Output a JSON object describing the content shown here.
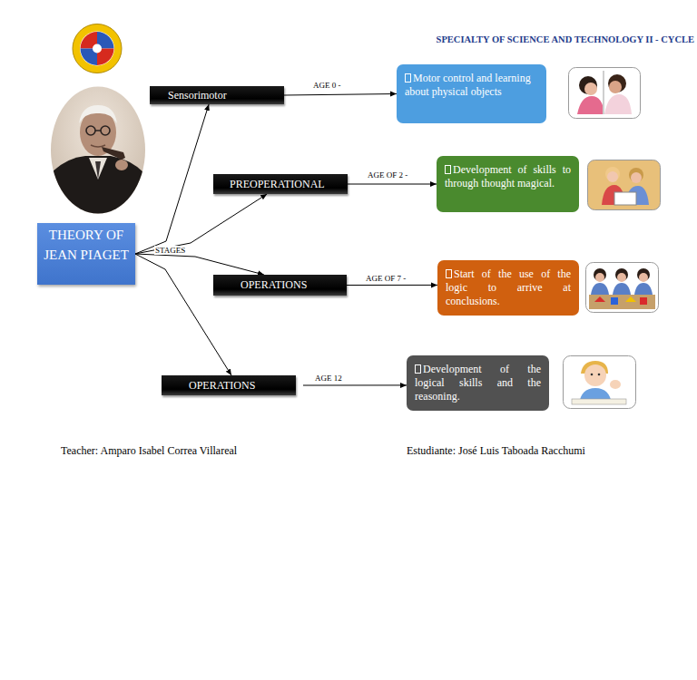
{
  "diagram": {
    "nodes": [
      {
        "text": [
          "THEORY OF JEAN PIAGET"
        ]
      },
      {
        "text": [
          "Sensorimotor"
        ]
      },
      {
        "text": [
          "PREOPERATIONAL"
        ]
      },
      {
        "text": [
          "OPERATIONS"
        ]
      },
      {
        "text": [
          "OPERATIONS"
        ]
      },
      {
        "text": [
          "Motor control and learning about physical objects"
        ]
      },
      {
        "text": [
          "Development of skills to through thought magical."
        ]
      },
      {
        "text": [
          "Start of the use of the logic to arrive at conclusions."
        ]
      },
      {
        "text": [
          "Development of the logical skills and the reasoning."
        ]
      }
    ],
    "edges": [
      {
        "from": 0,
        "to": 1,
        "arrow": "to"
      },
      {
        "from": 0,
        "to": 2,
        "arrow": "to"
      },
      {
        "from": 0,
        "to": 3,
        "arrow": "to"
      },
      {
        "from": 0,
        "to": 4,
        "arrow": "to"
      },
      {
        "from": 1,
        "to": 5,
        "label": "AGE 0 -",
        "arrow": "to"
      },
      {
        "from": 2,
        "to": 6,
        "label": "AGE OF 2 -",
        "arrow": "to"
      },
      {
        "from": 3,
        "to": 7,
        "label": "AGE OF 7 -",
        "arrow": "to"
      },
      {
        "from": 4,
        "to": 8,
        "label": "AGE 12",
        "arrow": "to"
      }
    ],
    "labels": [
      "SPECIALTY OF SCIENCE AND TECHNOLOGY II - CYCLE",
      "STAGES",
      "Teacher: Amparo Isabel Correa Villareal",
      "Estudiante: José Luis Taboada Racchumi"
    ]
  }
}
